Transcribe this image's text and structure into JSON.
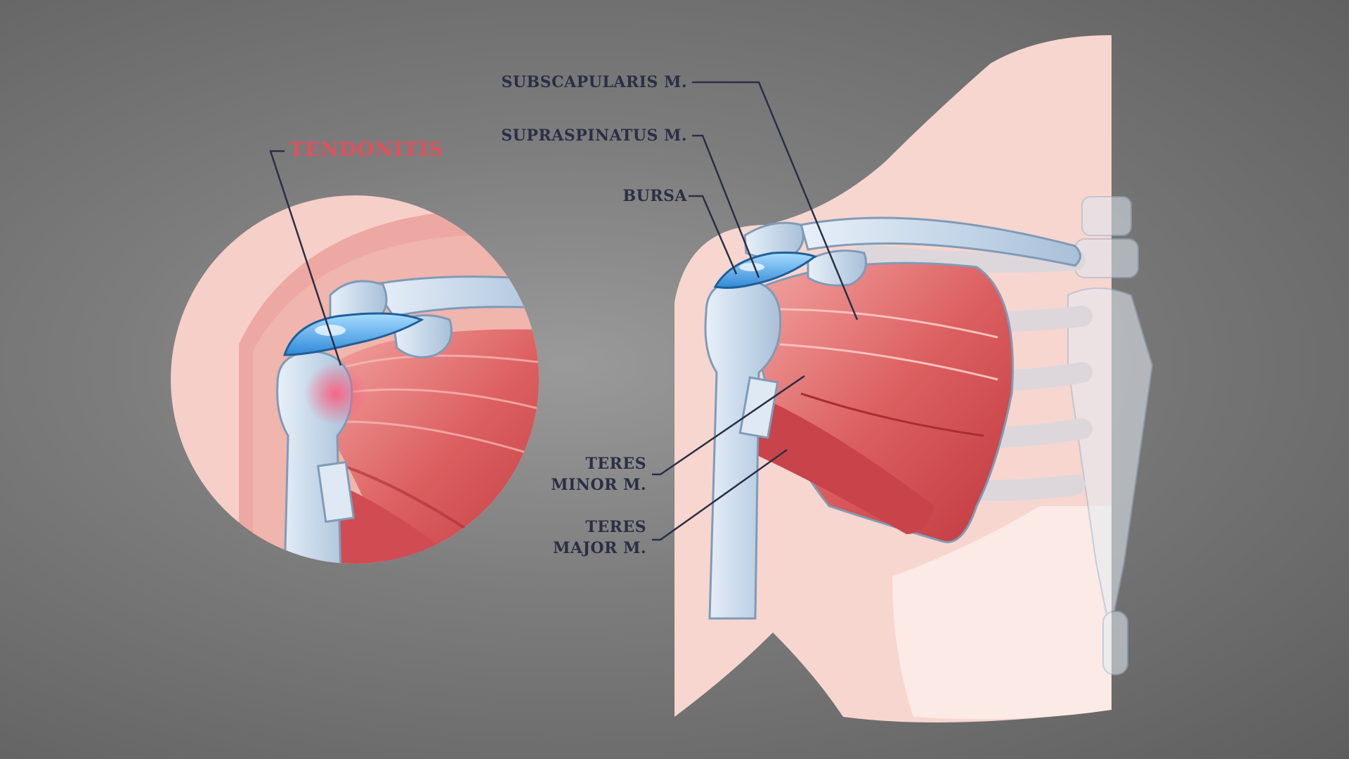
{
  "labels": {
    "tendonitis": "TENDONITIS",
    "subscapularis": "SUBSCAPULARIS M.",
    "supraspinatus": "SUPRASPINATUS M.",
    "bursa": "BURSA",
    "teres_minor_1": "TERES",
    "teres_minor_2": "MINOR M.",
    "teres_major_1": "TERES",
    "teres_major_2": "MAJOR M."
  },
  "colors": {
    "label_text": "#2a2f45",
    "alert_text": "#e0515b",
    "skin": "#f7d6cf",
    "muscle": "#d9585b",
    "bone": "#c9d8e8",
    "bursa": "#4fa8e6"
  }
}
